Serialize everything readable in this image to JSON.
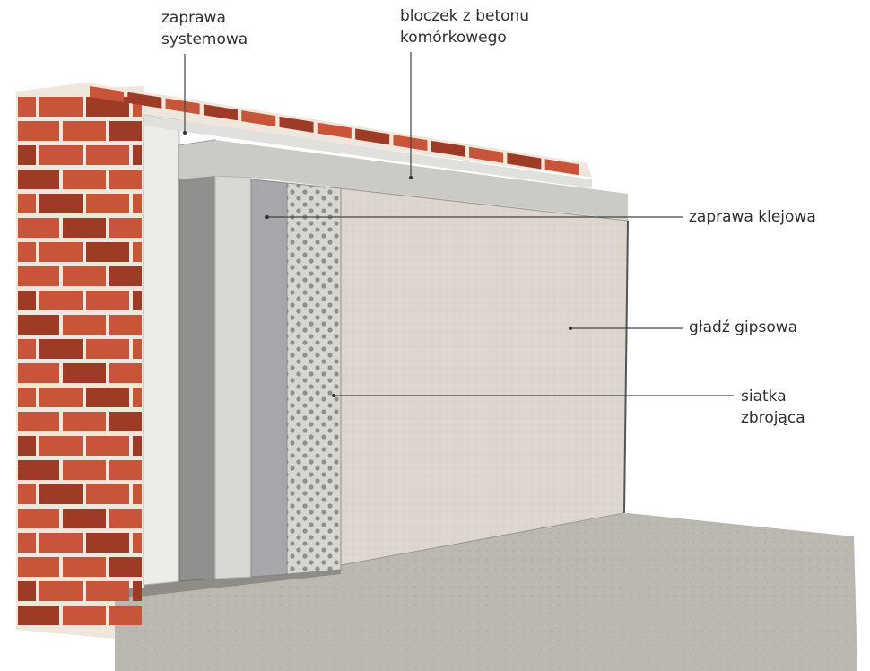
{
  "labels": {
    "mortar_system": {
      "line1": "zaprawa",
      "line2": "systemowa"
    },
    "aac_block": {
      "line1": "bloczek z betonu",
      "line2": "komórkowego"
    },
    "adhesive_mortar": {
      "text": "zaprawa klejowa"
    },
    "gypsum_plaster": {
      "text": "gładź gipsowa"
    },
    "reinforcing_mesh": {
      "line1": "siatka",
      "line2": "zbrojąca"
    }
  },
  "colors": {
    "brick": "#c8553a",
    "brick_dark": "#9e3b26",
    "mortar_joint": "#efe6dc",
    "system_mortar": "#e6e6e2",
    "aac_block_face": "#8f918f",
    "aac_block_top": "#c9c9c6",
    "adhesive": "#a6a8ab",
    "mesh": "#d2d2ce",
    "plaster": "#ddd6cf",
    "floor": "#b8b4ae",
    "leader": "#444444"
  }
}
